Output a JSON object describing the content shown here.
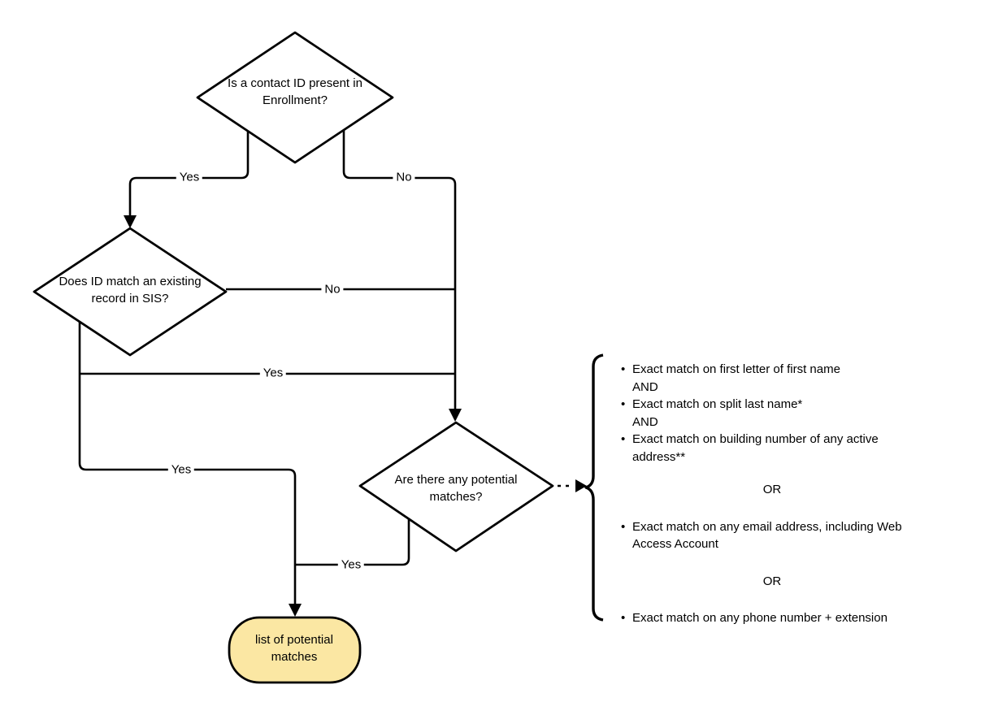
{
  "colors": {
    "background": "#ffffff",
    "line": "#000000",
    "text": "#000000",
    "decision_fill": "#ffffff",
    "terminal_fill": "#fbe7a3"
  },
  "nodes": {
    "enrollment_decision": "Is a contact ID present in Enrollment?",
    "sis_decision": "Does ID match an existing record in SIS?",
    "matches_decision": "Are there any potential matches?",
    "result_terminal": "list of potential matches"
  },
  "edge_labels": {
    "enrollment_yes": "Yes",
    "enrollment_no": "No",
    "sis_no": "No",
    "sis_yes": "Yes",
    "list_yes": "Yes",
    "matches_yes": "Yes"
  },
  "criteria": {
    "bullet_1": "Exact match on first letter of first name",
    "and_1": "AND",
    "bullet_2": "Exact match on split last name*",
    "and_2": "AND",
    "bullet_3": "Exact match on building number of any active address**",
    "or_1": "OR",
    "bullet_4": "Exact match on any email address, including Web Access Account",
    "or_2": "OR",
    "bullet_5": "Exact match on any phone number + extension"
  }
}
